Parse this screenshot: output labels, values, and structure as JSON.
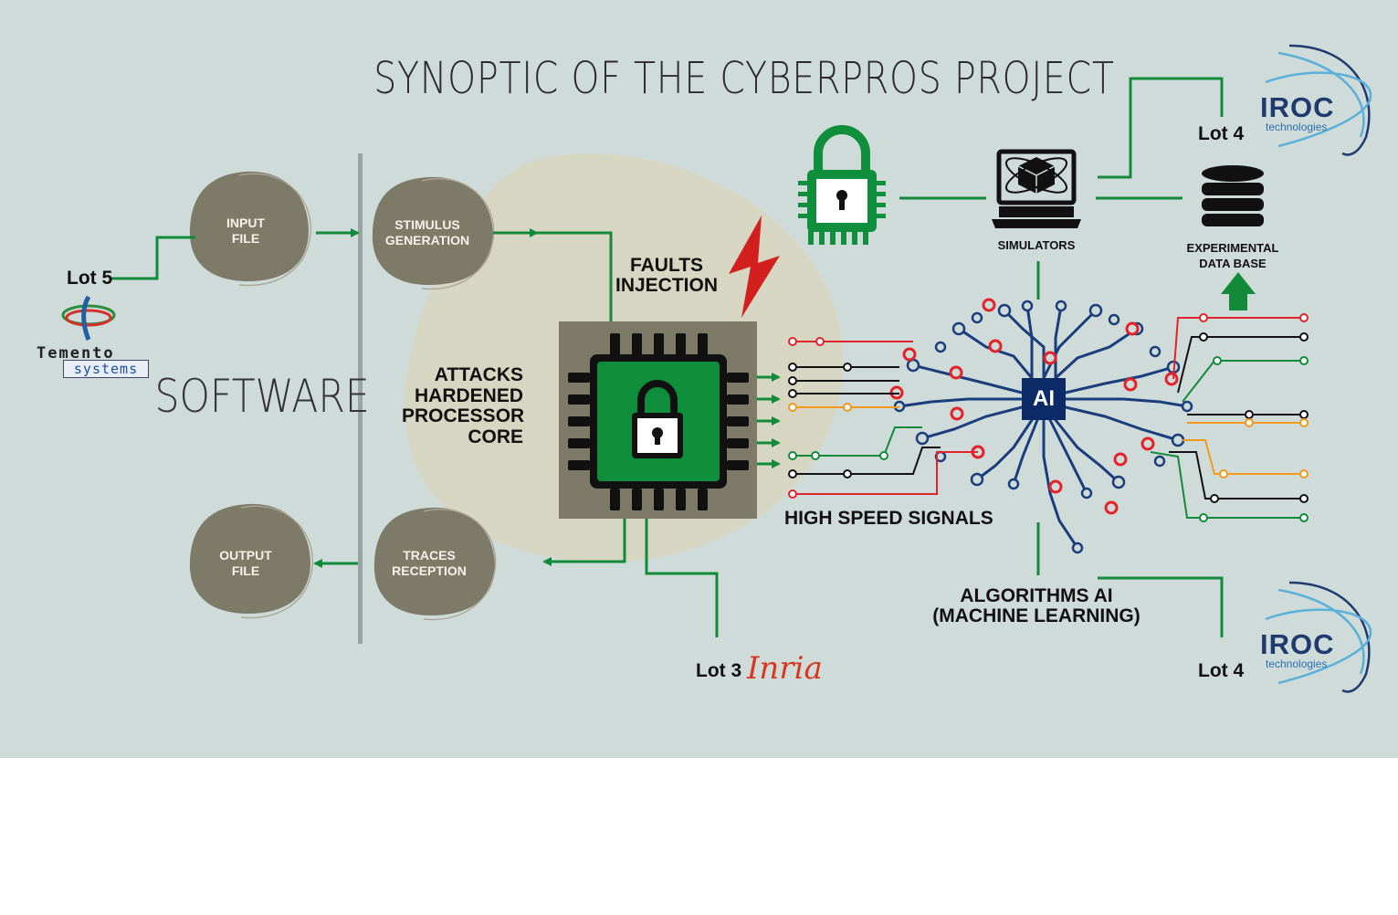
{
  "title": "SYNOPTIC OF THE CYBERPROS PROJECT",
  "software_label": "SOFTWARE",
  "blobs": {
    "input_file": [
      "INPUT",
      "FILE"
    ],
    "stimulus_generation": [
      "STIMULUS",
      "GENERATION"
    ],
    "output_file": [
      "OUTPUT",
      "FILE"
    ],
    "traces_reception": [
      "TRACES",
      "RECEPTION"
    ]
  },
  "faults_injection": [
    "FAULTS",
    "INJECTION"
  ],
  "processor_core": [
    "ATTACKS",
    "HARDENED",
    "PROCESSOR",
    "CORE"
  ],
  "high_speed_signals": "HIGH SPEED SIGNALS",
  "simulators": "SIMULATORS",
  "experimental_db": [
    "EXPERIMENTAL",
    "DATA BASE"
  ],
  "algorithms_ai": [
    "ALGORITHMS AI",
    "(MACHINE LEARNING)"
  ],
  "ai_chip": "AI",
  "lots": {
    "lot5": "Lot 5",
    "lot3": "Lot 3",
    "lot4_top": "Lot 4",
    "lot4_bottom": "Lot 4"
  },
  "logos": {
    "temento_line1": "Temento",
    "temento_line2": "systems",
    "inria": "Inria",
    "iroc_name": "IROC",
    "iroc_sub": "technologies"
  },
  "colors": {
    "background": "#cfdbd9",
    "connector_green": "#128a3a",
    "chip_green": "#0f8f3c",
    "blob": "#7d7a68",
    "core_region": "#d6d6c2",
    "circuit_blue": "#1a3d7c",
    "signal_red": "#e3232a",
    "signal_orange": "#f29a1b",
    "lightning_red": "#d41f1f",
    "inria_red": "#d8361f"
  },
  "icons": [
    "lock-chip-icon",
    "lock-processor-icon",
    "laptop-simulator-icon",
    "database-icon",
    "lightning-icon",
    "up-arrow-icon",
    "ai-brain-circuit-icon"
  ]
}
